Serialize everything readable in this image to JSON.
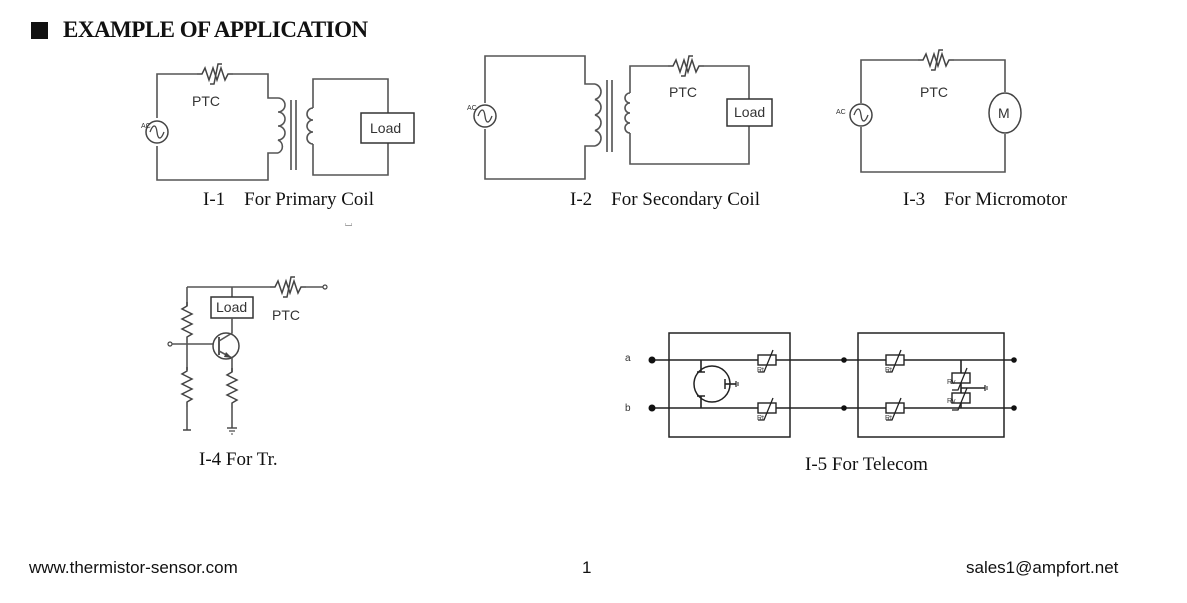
{
  "heading": "EXAMPLE OF APPLICATION",
  "diagrams": [
    {
      "id": "I-1",
      "caption": "I-1    For Primary Coil",
      "labels": {
        "source": "AC",
        "component": "PTC",
        "load": "Load"
      }
    },
    {
      "id": "I-2",
      "caption": "I-2    For Secondary Coil",
      "labels": {
        "source": "AC",
        "component": "PTC",
        "load": "Load"
      }
    },
    {
      "id": "I-3",
      "caption": "I-3    For Micromotor",
      "labels": {
        "source": "AC",
        "component": "PTC",
        "motor": "M"
      }
    },
    {
      "id": "I-4",
      "caption": "I-4 For Tr.",
      "labels": {
        "component": "PTC",
        "load": "Load"
      }
    },
    {
      "id": "I-5",
      "caption": "I-5 For Telecom",
      "labels": {
        "line_a": "a",
        "line_b": "b",
        "rt": "Rt",
        "rv": "Rv"
      }
    }
  ],
  "footer": {
    "website": "www.thermistor-sensor.com",
    "page_number": "1",
    "email": "sales1@ampfort.net"
  }
}
